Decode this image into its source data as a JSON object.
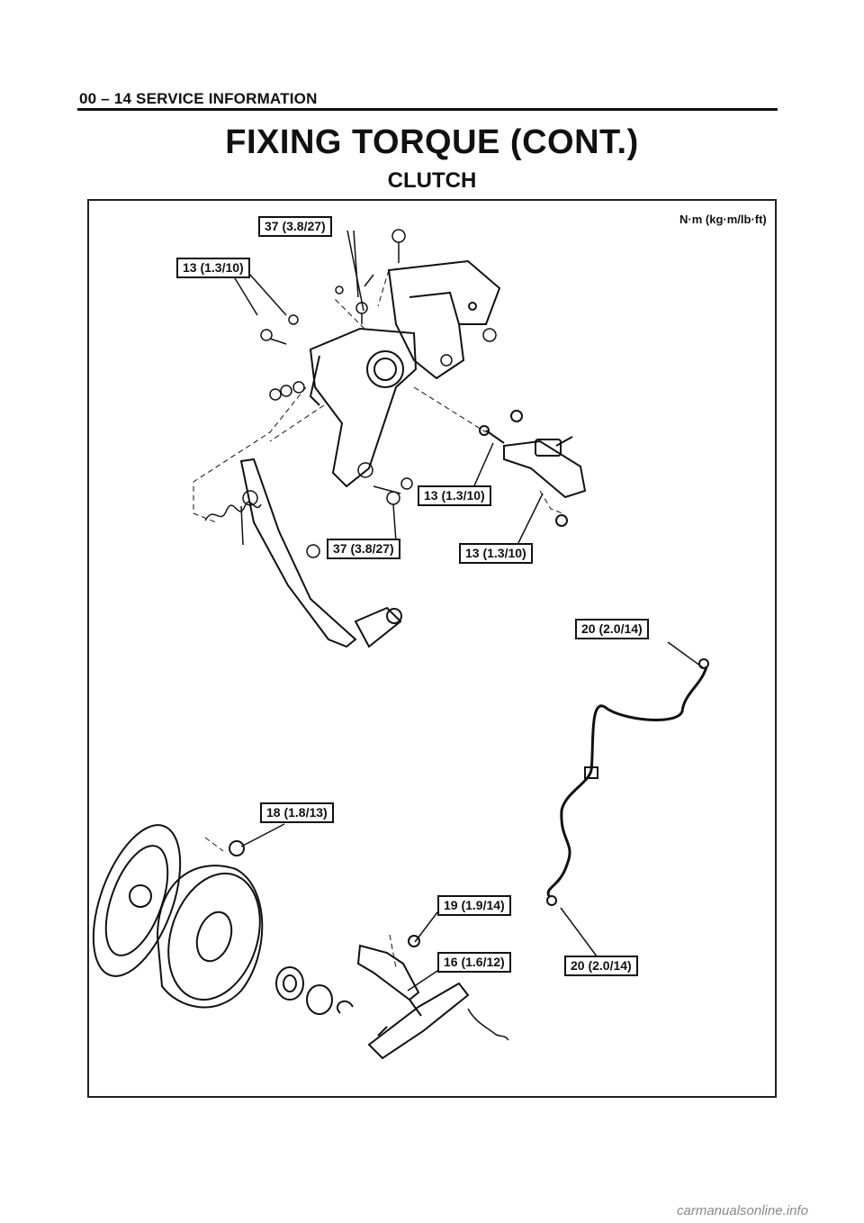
{
  "header": {
    "page": "00 – 14  SERVICE INFORMATION"
  },
  "title": "FIXING TORQUE (CONT.)",
  "subtitle": "CLUTCH",
  "unit": "N·m (kg·m/lb·ft)",
  "labels": {
    "pedal_top_bolt": "37 (3.8/27)",
    "pedal_bracket_bolt": "13 (1.3/10)",
    "pushrod_bolt": "13 (1.3/10)",
    "master_cyl_nut": "13 (1.3/10)",
    "pedal_pivot_bolt": "37 (3.8/27)",
    "pipe_upper_flare": "20 (2.0/14)",
    "pressure_plate_bolt": "18 (1.8/13)",
    "slave_cyl_bolt": "19 (1.9/14)",
    "slave_cyl_fitting": "16 (1.6/12)",
    "pipe_lower_flare": "20 (2.0/14)"
  },
  "watermark": "carmanualsonline.info"
}
